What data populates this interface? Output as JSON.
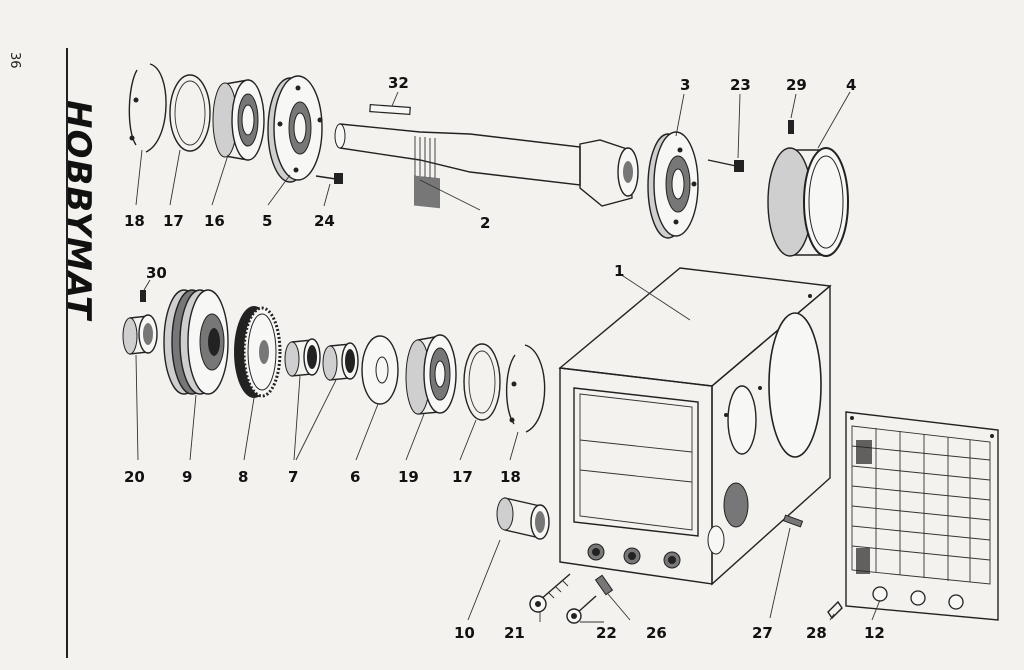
{
  "page_number": "36",
  "brand": "HOBBYMAT",
  "callouts": [
    {
      "id": "c18a",
      "text": "18"
    },
    {
      "id": "c17a",
      "text": "17"
    },
    {
      "id": "c16",
      "text": "16"
    },
    {
      "id": "c5",
      "text": "5"
    },
    {
      "id": "c24",
      "text": "24"
    },
    {
      "id": "c32",
      "text": "32"
    },
    {
      "id": "c2",
      "text": "2"
    },
    {
      "id": "c3",
      "text": "3"
    },
    {
      "id": "c23",
      "text": "23"
    },
    {
      "id": "c29",
      "text": "29"
    },
    {
      "id": "c4",
      "text": "4"
    },
    {
      "id": "c30",
      "text": "30"
    },
    {
      "id": "c1",
      "text": "1"
    },
    {
      "id": "c20",
      "text": "20"
    },
    {
      "id": "c9",
      "text": "9"
    },
    {
      "id": "c8",
      "text": "8"
    },
    {
      "id": "c7",
      "text": "7"
    },
    {
      "id": "c6",
      "text": "6"
    },
    {
      "id": "c19",
      "text": "19"
    },
    {
      "id": "c17b",
      "text": "17"
    },
    {
      "id": "c18b",
      "text": "18"
    },
    {
      "id": "c10",
      "text": "10"
    },
    {
      "id": "c21",
      "text": "21"
    },
    {
      "id": "c22",
      "text": "22"
    },
    {
      "id": "c26",
      "text": "26"
    },
    {
      "id": "c27",
      "text": "27"
    },
    {
      "id": "c28",
      "text": "28"
    },
    {
      "id": "c12",
      "text": "12"
    }
  ]
}
